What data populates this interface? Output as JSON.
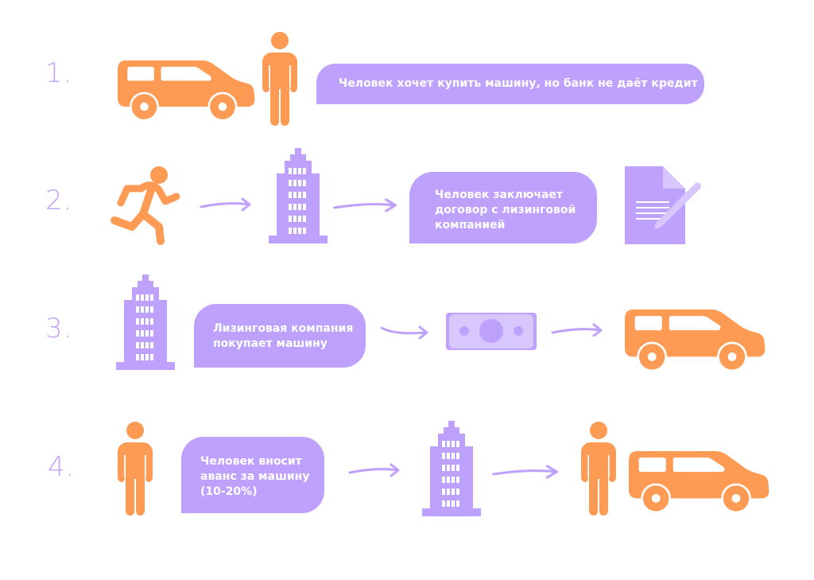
{
  "colors": {
    "accent_purple": "#bea0fd",
    "light_purple": "#d8c6fe",
    "orange": "#fd9b55",
    "white": "#ffffff"
  },
  "steps": [
    {
      "number": "1.",
      "text": "Человек хочет купить машину, но банк не даёт кредит",
      "icons": [
        "car-icon",
        "person-icon"
      ]
    },
    {
      "number": "2.",
      "text_lines": [
        "Человек заключает",
        "договор с лизинговой",
        "компанией"
      ],
      "icons": [
        "running-person-icon",
        "arrow-icon",
        "building-icon",
        "arrow-icon",
        "document-signing-icon"
      ]
    },
    {
      "number": "3.",
      "text_lines": [
        "Лизинговая компания",
        "покупает машину"
      ],
      "icons": [
        "building-icon",
        "arrow-icon",
        "money-icon",
        "arrow-icon",
        "car-icon"
      ]
    },
    {
      "number": "4.",
      "text_lines": [
        "Человек вносит",
        "аванс за машину",
        "(10-20%)"
      ],
      "icons": [
        "person-icon",
        "arrow-icon",
        "building-icon",
        "arrow-icon",
        "person-icon",
        "car-icon"
      ]
    }
  ]
}
